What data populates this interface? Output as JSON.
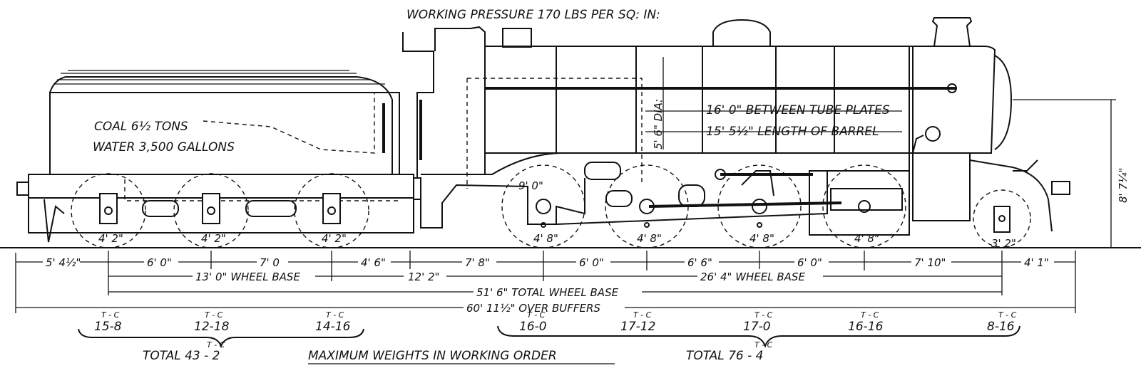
{
  "header": {
    "pressure": "WORKING PRESSURE 170 LBS PER SQ: IN:"
  },
  "tender": {
    "coal": "COAL 6½ TONS",
    "water": "WATER 3,500 GALLONS"
  },
  "boiler": {
    "tube_plates": "16' 0\" BETWEEN TUBE PLATES",
    "barrel": "15' 5½\" LENGTH OF BARREL",
    "diameter": "5' 6\" DIA:",
    "height": "8' 7¼\""
  },
  "labels": {
    "coupled_spacing": "9' 0\""
  },
  "wheel_diameters": [
    "4' 2\"",
    "4' 2\"",
    "4' 2\"",
    "4' 8\"",
    "4' 8\"",
    "4' 8\"",
    "4' 8\"",
    "3' 2\""
  ],
  "spacing_dims": [
    "5' 4½\"",
    "6' 0\"",
    "7' 0",
    "4' 6\"",
    "7' 8\"",
    "6' 0\"",
    "6' 6\"",
    "6' 0\"",
    "7' 10\"",
    "4' 1\""
  ],
  "wheelbase_dims": {
    "tender": "13' 0\" WHEEL BASE",
    "gap": "12' 2\"",
    "engine": "26' 4\" WHEEL BASE",
    "total": "51' 6\" TOTAL WHEEL BASE",
    "buffers": "60' 11½\" OVER BUFFERS"
  },
  "weights": {
    "unit": "T - C",
    "tender": [
      "15-8",
      "12-18",
      "14-16"
    ],
    "engine": [
      "16-0",
      "17-12",
      "17-0",
      "16-16",
      "8-16"
    ],
    "tender_total": "TOTAL 43 - 2",
    "engine_total": "TOTAL 76 - 4",
    "caption": "MAXIMUM WEIGHTS IN WORKING ORDER"
  }
}
